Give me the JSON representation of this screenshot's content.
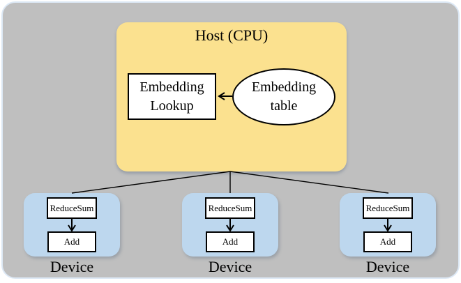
{
  "colors": {
    "page_bg": "#ffffff",
    "canvas_bg": "#bfbfbf",
    "canvas_border": "#dce8f5",
    "host_fill": "#fbe18f",
    "device_fill": "#bdd7ee",
    "shape_fill": "#ffffff",
    "line_color": "#000000",
    "text_color": "#000000"
  },
  "host": {
    "title": "Host (CPU)"
  },
  "embedding_lookup": {
    "line1": "Embedding",
    "line2": "Lookup"
  },
  "embedding_table": {
    "line1": "Embedding",
    "line2": "table"
  },
  "devices": [
    {
      "label": "Device",
      "nodes": [
        "ReduceSum",
        "Add"
      ]
    },
    {
      "label": "Device",
      "nodes": [
        "ReduceSum",
        "Add"
      ]
    },
    {
      "label": "Device",
      "nodes": [
        "ReduceSum",
        "Add"
      ]
    }
  ]
}
